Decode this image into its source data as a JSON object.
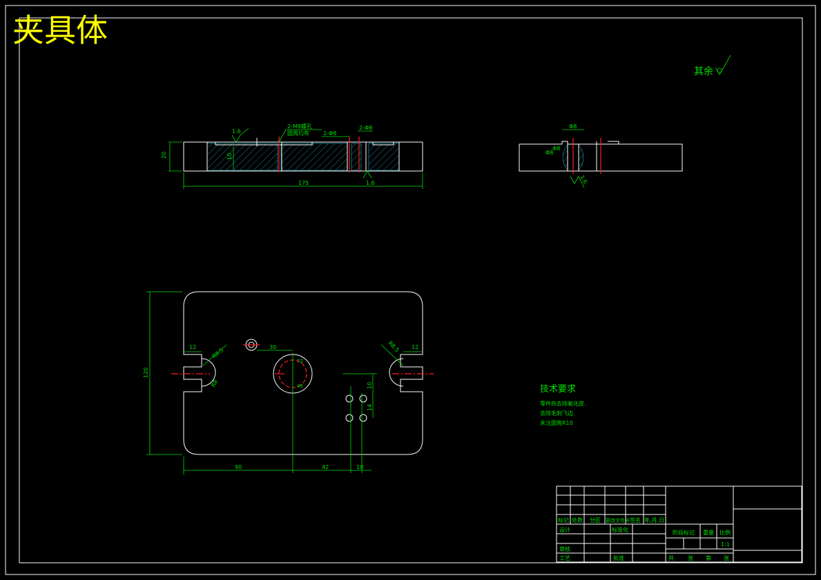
{
  "drawing": {
    "title": "夹具体",
    "surface_note": "其余",
    "tech_heading": "技术要求",
    "tech_notes": [
      "零件热去除氧化皮.",
      "去除毛刺飞边.",
      "未注圆角R10"
    ]
  },
  "front_view": {
    "roughness_left": "1.6",
    "roughness_bottom": "1.6",
    "hole_callout_1": "2-M8螺孔",
    "hole_callout_2": "圆周均布",
    "hole_dim_1": "2-Φ8",
    "hole_dim_2": "2-Φ8",
    "dim_height": "20",
    "dim_depth": "10",
    "dim_length": "175"
  },
  "side_view": {
    "dim_top": "Φ8",
    "dim_left_1": "Φ8",
    "dim_left_2": "Φ8",
    "roughness": "1.6"
  },
  "plan_view": {
    "dim_height": "120",
    "dim_bottom_1": "90",
    "dim_bottom_2": "42",
    "dim_bottom_3": "10",
    "dim_slot_left": "12",
    "dim_slot_right": "12",
    "dim_r_left": "R8.5",
    "dim_r_right": "R8.5",
    "dim_r_left_2": "R8",
    "dim_top_hole": "30",
    "dim_vert_1": "10",
    "dim_vert_2": "14",
    "dim_circle_1": "72",
    "dim_circle_2": "45"
  },
  "title_block": {
    "r_mark": "标记",
    "r_count": "处数",
    "r_zone": "分区",
    "r_doc": "更改文件号",
    "r_sign": "签名",
    "r_date": "年,月,日",
    "r_design": "设计",
    "r_std": "标准化",
    "r_stage": "阶段标记",
    "r_weight": "重量",
    "r_scale": "比例",
    "scale_value": "1:1",
    "r_review": "审核",
    "r_process": "工艺",
    "r_approve": "批准",
    "r_total": "共",
    "r_sheet": "张",
    "r_no": "第",
    "r_sheet2": "张"
  }
}
